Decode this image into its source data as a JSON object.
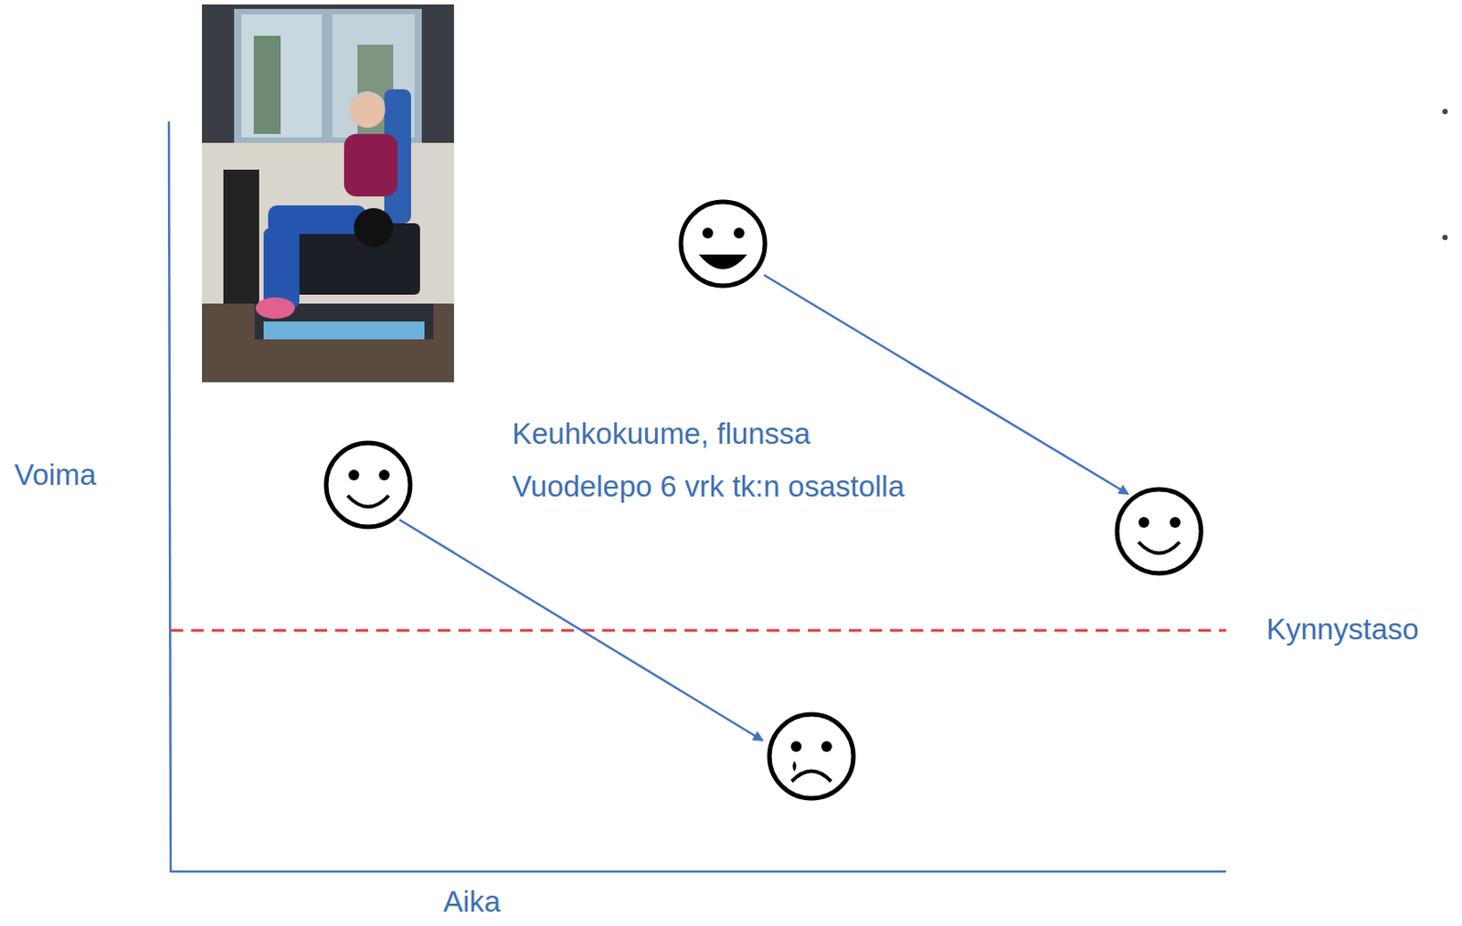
{
  "diagram": {
    "labels": [
      "Keuhkokuume, flunssa",
      "Vuodelepo 6 vrk tk:n osastolla",
      "Voima",
      "Kynnystaso",
      "Aika"
    ]
  }
}
